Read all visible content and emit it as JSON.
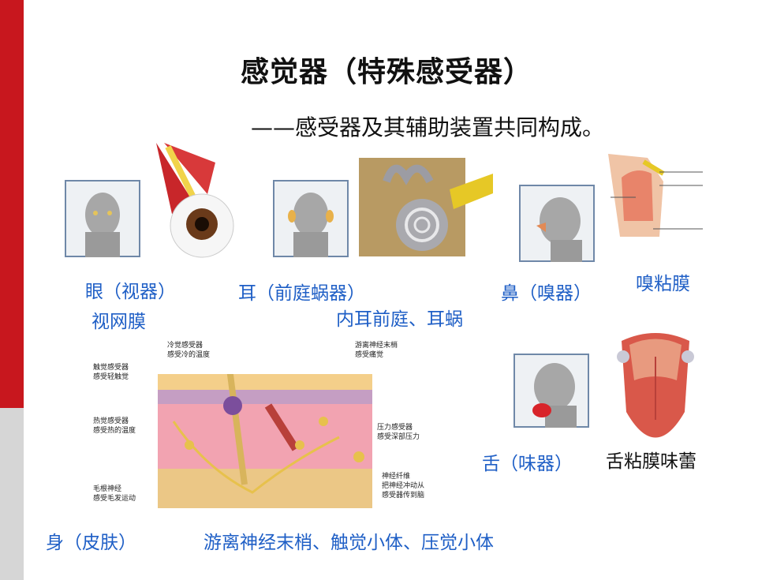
{
  "slide": {
    "title": "感觉器（特殊感受器）",
    "subtitle": "——感受器及其辅助装置共同构成。"
  },
  "organs": {
    "eye": {
      "label": "眼（视器）",
      "detail": "视网膜"
    },
    "ear": {
      "label": "耳（前庭蜗器）",
      "detail": "内耳前庭、耳蜗"
    },
    "nose": {
      "label": "鼻（嗅器）",
      "detail": "嗅粘膜"
    },
    "tongue": {
      "label": "舌（味器）",
      "detail": "舌粘膜味蕾"
    },
    "skin": {
      "label": "身（皮肤）",
      "detail": "游离神经末梢、触觉小体、压觉小体"
    }
  },
  "skin_diagram": {
    "labels": {
      "cold": [
        "冷觉感受器",
        "感受冷的温度"
      ],
      "free": [
        "游离神经末梢",
        "感受痛觉"
      ],
      "touch": [
        "触觉感受器",
        "感受轻触觉"
      ],
      "heat": [
        "热觉感受器",
        "感受热的温度"
      ],
      "pressure": [
        "压力感受器",
        "感受深部压力"
      ],
      "hair": [
        "毛根神经",
        "感受毛发运动"
      ],
      "fiber": [
        "神经纤维",
        "把神经冲动从",
        "感受器传到脑"
      ]
    }
  },
  "colors": {
    "accent_red": "#c8171e",
    "label_blue": "#1f5fc6",
    "side_gray": "#d6d6d6"
  }
}
